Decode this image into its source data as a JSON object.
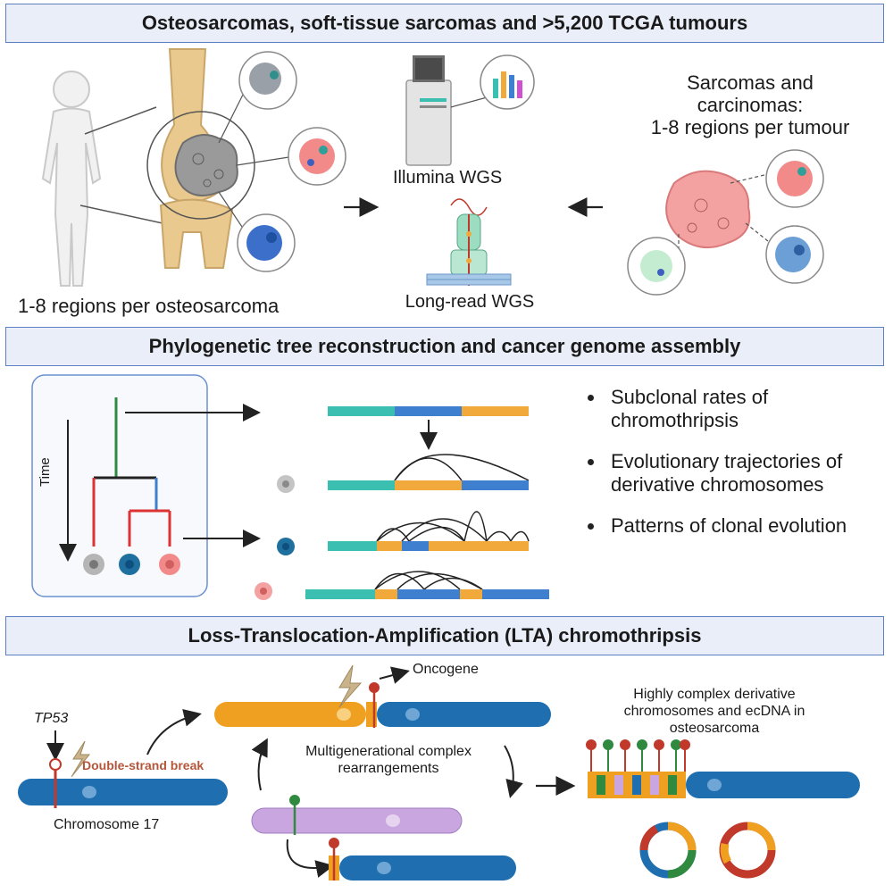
{
  "sections": {
    "top": "Osteosarcomas, soft-tissue sarcomas and >5,200 TCGA tumours",
    "middle": "Phylogenetic tree reconstruction and cancer genome assembly",
    "bottom": "Loss-Translocation-Amplification (LTA) chromothripsis"
  },
  "top_panel": {
    "osteo_regions": "1-8 regions per osteosarcoma",
    "illumina": "Illumina WGS",
    "longread": "Long-read WGS",
    "sarcomas": [
      "Sarcomas and",
      "carcinomas:",
      "1-8 regions per tumour"
    ]
  },
  "middle_panel": {
    "time_label": "Time",
    "bullets": [
      "Subclonal rates of chromothripsis",
      "Evolutionary trajectories of derivative chromosomes",
      "Patterns of clonal evolution"
    ]
  },
  "bottom_panel": {
    "tp53": "TP53",
    "dsb": "Double-strand break",
    "chr17": "Chromosome 17",
    "oncogene": "Oncogene",
    "multigen": [
      "Multigenerational complex",
      "rearrangements"
    ],
    "complex": [
      "Highly complex derivative",
      "chromosomes and ecDNA in",
      "osteosarcoma"
    ]
  },
  "colors": {
    "teal": "#3bbfb0",
    "blue": "#3f7fcf",
    "orange": "#f2a93b",
    "chrom_blue": "#1f6fb0",
    "chrom_orange": "#f0a020",
    "chrom_purple": "#c9a6df",
    "banner_bg": "#e9eef8",
    "banner_border": "#5b7fc0"
  }
}
